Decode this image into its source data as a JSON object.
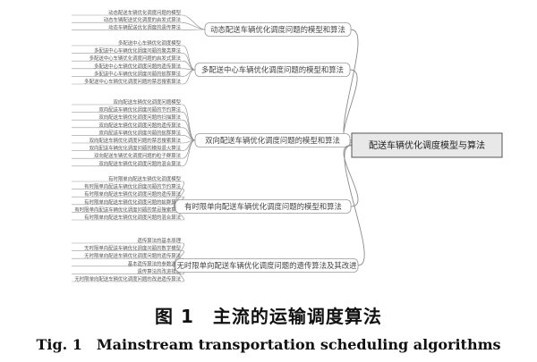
{
  "diagram": {
    "root": "配送车辆优化调度模型与算法",
    "branches": [
      {
        "label": "动态配送车辆优化调度问题的模型和算法",
        "leaves": [
          "动态配送车辆优化调度问题的模型",
          "动态车辆配送优化调度的启发式算法",
          "动态车辆配送优化调度的遗传算法"
        ]
      },
      {
        "label": "多配送中心车辆优化调度问题的模型和算法",
        "leaves": [
          "多配送中心车辆优化调度模型",
          "多配送中心车辆优化调度问题的聚类算法",
          "多配送中心车辆优化调度问题的启发式算法",
          "多配送中心车辆优化调度问题的遗传算法",
          "多配送中心车辆优化调度问题的蚁群算法",
          "多配送中心车辆优化调度问题的禁忌搜索算法"
        ]
      },
      {
        "label": "双向配送车辆优化调度问题的模型和算法",
        "leaves": [
          "双向配送车辆优化调度问题模型",
          "双向配送车辆优化调度问题的节约算法",
          "双向配送车辆优化调度问题的扫描算法",
          "双向配送车辆优化调度问题的遗传算法",
          "双向配送车辆优化调度问题的蚁群算法",
          "双向配送车辆优化调度问题的禁忌搜索算法",
          "双向配送车辆优化调度问题的模拟退火算法",
          "双向配送车辆优化调度问题的粒子群算法",
          "双向配送车辆优化调度问题的混合算法"
        ]
      },
      {
        "label": "有时限单向配送车辆优化调度问题的模型和算法",
        "leaves": [
          "有时限单向配送车辆优化调度模型",
          "有时限单向配送车辆优化调度问题的节约算法",
          "有时限单向配送车辆优化调度问题的遗传算法",
          "有时限单向配送车辆优化调度问题的蚁群算法",
          "有时限单向配送车辆优化调度问题的禁忌搜索算法",
          "有时限单向配送车辆优化调度问题的混合算法"
        ]
      },
      {
        "label": "无时限单向配送车辆优化调度问题的遗传算法及其改进",
        "leaves": [
          "遗传算法的基本原理",
          "无时限单向配送车辆优化调度问题的数学模型",
          "无时限单向配送车辆优化调度问题的遗传算法",
          "基本遗传算法的参数选取",
          "遗传算法的改进措施",
          "无时限单向配送车辆优化调度问题的改进遗传算法"
        ]
      }
    ]
  },
  "caption": {
    "cn": "图 1　主流的运输调度算法",
    "en": "Tig. 1　Mainstream transportation scheduling algorithms"
  },
  "colors": {
    "root_fill": "#e8e8e8",
    "line": "#8a8a8a",
    "box_stroke": "#9a9a9a"
  }
}
